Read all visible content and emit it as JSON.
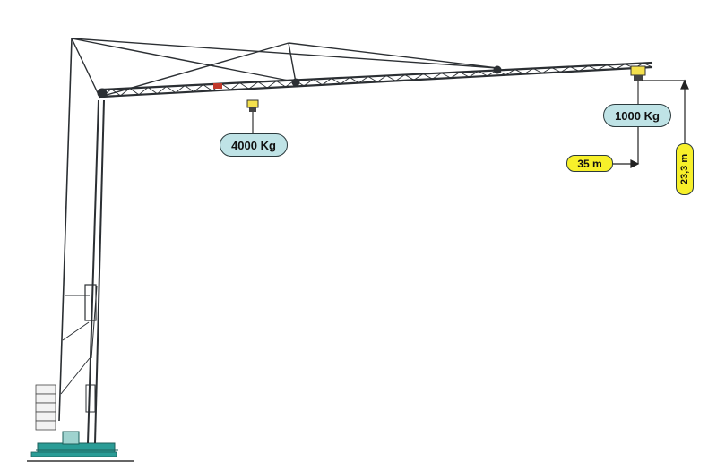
{
  "labels": {
    "tip_load": "1000 Kg",
    "mid_load": "4000 Kg",
    "radius": "35 m",
    "height": "23,3 m"
  },
  "colors": {
    "load_badge": "#bfe3e6",
    "dim_badge": "#f7f02a",
    "structure": "#2b2f33",
    "base": "#2a9c96"
  }
}
